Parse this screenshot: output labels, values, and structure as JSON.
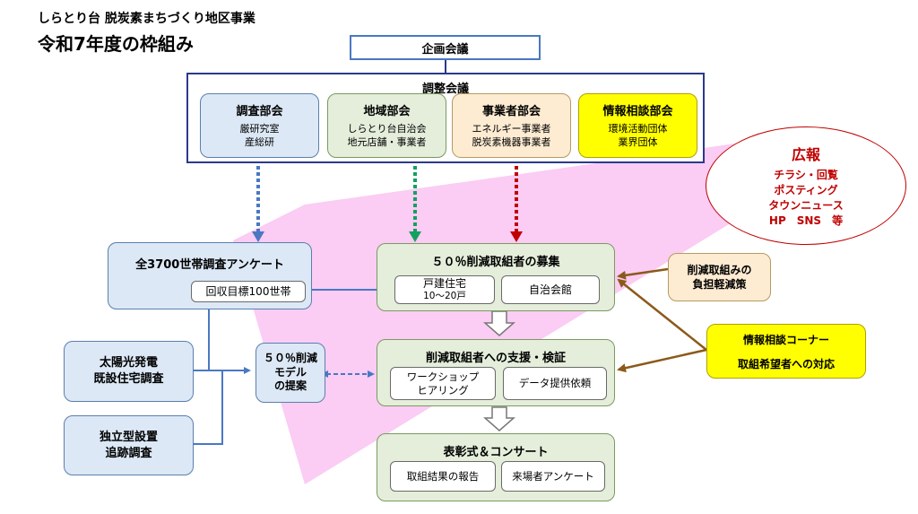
{
  "header": {
    "subtitle": "しらとり台 脱炭素まちづくり地区事業",
    "title": "令和7年度の枠組み"
  },
  "kikaku": "企画会議",
  "chousei": {
    "title": "調整会議",
    "units": [
      {
        "name": "調査部会",
        "lines": [
          "厳研究室",
          "産総研"
        ]
      },
      {
        "name": "地域部会",
        "lines": [
          "しらとり台自治会",
          "地元店舗・事業者"
        ]
      },
      {
        "name": "事業者部会",
        "lines": [
          "エネルギー事業者",
          "脱炭素機器事業者"
        ]
      },
      {
        "name": "情報相談部会",
        "lines": [
          "環境活動団体",
          "業界団体"
        ]
      }
    ]
  },
  "kouhou": {
    "title": "広報",
    "lines": [
      "チラシ・回覧",
      "ポスティング",
      "タウンニュース",
      "HP　SNS　等"
    ]
  },
  "survey": {
    "title": "全3700世帯調査アンケート",
    "target": "回収目標100世帯"
  },
  "recruit": {
    "title": "５０％削減取組者の募集",
    "item1_line1": "戸建住宅",
    "item1_line2": "10～20戸",
    "item2": "自治会館"
  },
  "support": {
    "title": "削減取組者への支援・検証",
    "item1_line1": "ワークショップ",
    "item1_line2": "ヒアリング",
    "item2": "データ提供依頼"
  },
  "award": {
    "title": "表彰式＆コンサート",
    "item1": "取組結果の報告",
    "item2": "来場者アンケート"
  },
  "model": {
    "lines": [
      "５０％削減",
      "モデル",
      "の提案"
    ]
  },
  "solar": {
    "lines": [
      "太陽光発電",
      "既設住宅調査"
    ]
  },
  "standalone": {
    "lines": [
      "独立型設置",
      "追跡調査"
    ]
  },
  "burden": {
    "lines": [
      "削減取組みの",
      "負担軽減策"
    ]
  },
  "corner": {
    "line1": "情報相談コーナー",
    "line2": "取組希望者への対応"
  },
  "colors": {
    "blue_fill": "#dce8f5",
    "green_fill": "#e4eedb",
    "orange_fill": "#fdebd2",
    "yellow_fill": "#ffff00",
    "pink_bg": "#fbc6f3",
    "arrow_blue": "#4a78c2",
    "arrow_green": "#14a060",
    "arrow_red": "#c00000",
    "arrow_brown": "#8b5a1a"
  }
}
